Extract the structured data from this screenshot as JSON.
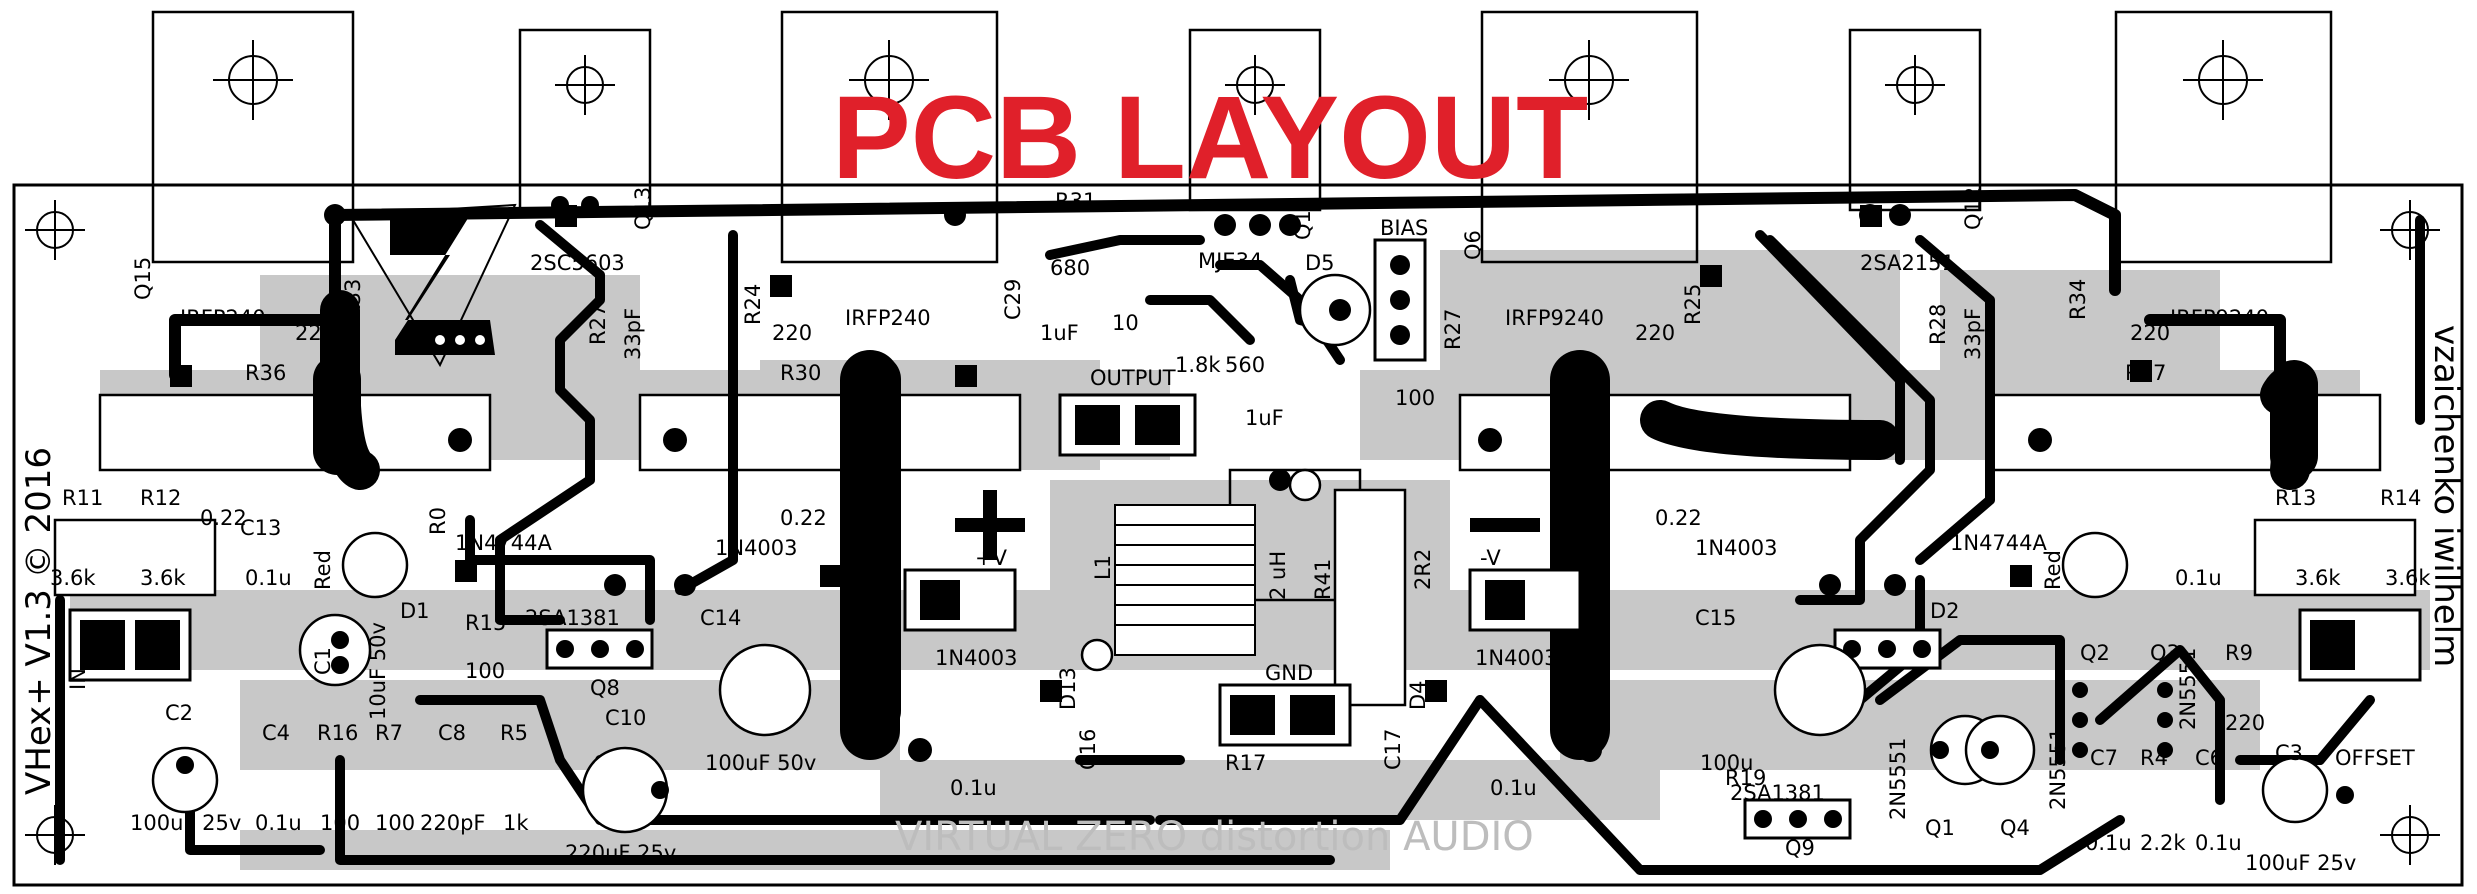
{
  "title": "PCB LAYOUT",
  "footer_text": "VIRTUAL ZERO distortion AUDIO",
  "left_vertical": "VHex+  V1.3  ©  2016",
  "right_vertical": "vzaichenko iwilhelm",
  "colors": {
    "title": "#e0202a",
    "ground_plane": "#c8c8c8",
    "trace": "#000000",
    "silk": "#000000"
  },
  "labels": [
    {
      "id": "q15",
      "text": "Q15"
    },
    {
      "id": "irfp240-l",
      "text": "IRFP240"
    },
    {
      "id": "r33",
      "text": "R33"
    },
    {
      "id": "r33v",
      "text": "220"
    },
    {
      "id": "r36",
      "text": "R36"
    },
    {
      "id": "q13",
      "text": "Q13"
    },
    {
      "id": "q13t",
      "text": "2SC5603"
    },
    {
      "id": "r27",
      "text": "R27"
    },
    {
      "id": "c27",
      "text": "33pF"
    },
    {
      "id": "r24",
      "text": "R24"
    },
    {
      "id": "r24v",
      "text": "220"
    },
    {
      "id": "irfp240-m",
      "text": "IRFP240"
    },
    {
      "id": "r30",
      "text": "R30"
    },
    {
      "id": "r31",
      "text": "R31"
    },
    {
      "id": "r31v",
      "text": "680"
    },
    {
      "id": "c29",
      "text": "C29"
    },
    {
      "id": "c29v",
      "text": "1uF"
    },
    {
      "id": "q11",
      "text": "Q11"
    },
    {
      "id": "mj",
      "text": "MJE34"
    },
    {
      "id": "d5",
      "text": "D5"
    },
    {
      "id": "bias",
      "text": "BIAS"
    },
    {
      "id": "r27b",
      "text": "R27"
    },
    {
      "id": "r27bv",
      "text": "100"
    },
    {
      "id": "r10",
      "text": "10"
    },
    {
      "id": "r18",
      "text": "1.8k"
    },
    {
      "id": "r560",
      "text": "560"
    },
    {
      "id": "c1u",
      "text": "1uF"
    },
    {
      "id": "output",
      "text": "OUTPUT"
    },
    {
      "id": "q6",
      "text": "Q6"
    },
    {
      "id": "irfp9240-m",
      "text": "IRFP9240"
    },
    {
      "id": "r25",
      "text": "R25"
    },
    {
      "id": "r25v",
      "text": "220"
    },
    {
      "id": "q12",
      "text": "Q12"
    },
    {
      "id": "q12t",
      "text": "2SA2151"
    },
    {
      "id": "r28",
      "text": "R28"
    },
    {
      "id": "c28",
      "text": "33pF"
    },
    {
      "id": "r34",
      "text": "R34"
    },
    {
      "id": "r34v",
      "text": "220"
    },
    {
      "id": "irfp9240-r",
      "text": "IRFP9240"
    },
    {
      "id": "r37",
      "text": "R37"
    },
    {
      "id": "r11",
      "text": "R11"
    },
    {
      "id": "r12",
      "text": "R12"
    },
    {
      "id": "r22",
      "text": "0.22"
    },
    {
      "id": "c13",
      "text": "C13"
    },
    {
      "id": "c01a",
      "text": "0.1u"
    },
    {
      "id": "red-l",
      "text": "Red"
    },
    {
      "id": "r0",
      "text": "R0"
    },
    {
      "id": "zen-l",
      "text": "1N4744A"
    },
    {
      "id": "d1",
      "text": "D1"
    },
    {
      "id": "d1n",
      "text": "1N4003"
    },
    {
      "id": "q8t",
      "text": "2SA1381"
    },
    {
      "id": "q8",
      "text": "Q8"
    },
    {
      "id": "r15",
      "text": "R15"
    },
    {
      "id": "r100a",
      "text": "100"
    },
    {
      "id": "c14",
      "text": "C14"
    },
    {
      "id": "c14v",
      "text": "100uF  50v"
    },
    {
      "id": "r022m",
      "text": "0.22"
    },
    {
      "id": "plusv",
      "text": "+V"
    },
    {
      "id": "l1",
      "text": "L1"
    },
    {
      "id": "l1v",
      "text": "2 uH"
    },
    {
      "id": "r41",
      "text": "R41"
    },
    {
      "id": "r2r2",
      "text": "2R2"
    },
    {
      "id": "minusv",
      "text": "-V"
    },
    {
      "id": "r022r",
      "text": "0.22"
    },
    {
      "id": "d2n",
      "text": "1N4003"
    },
    {
      "id": "zen-r",
      "text": "1N4744A"
    },
    {
      "id": "d2",
      "text": "D2"
    },
    {
      "id": "c15",
      "text": "C15"
    },
    {
      "id": "c15v",
      "text": "100u"
    },
    {
      "id": "r13",
      "text": "R13"
    },
    {
      "id": "r14",
      "text": "R14"
    },
    {
      "id": "c01b",
      "text": "0.1u"
    },
    {
      "id": "red-r",
      "text": "Red"
    },
    {
      "id": "r36k-l1",
      "text": "3.6k"
    },
    {
      "id": "r36k-l2",
      "text": "3.6k"
    },
    {
      "id": "r36k-r1",
      "text": "3.6k"
    },
    {
      "id": "r36k-r2",
      "text": "3.6k"
    },
    {
      "id": "in",
      "text": "IN"
    },
    {
      "id": "c1",
      "text": "C1"
    },
    {
      "id": "c1v",
      "text": "10uF 50v"
    },
    {
      "id": "c2",
      "text": "C2"
    },
    {
      "id": "c2v",
      "text": "100uF 25v"
    },
    {
      "id": "c4",
      "text": "C4"
    },
    {
      "id": "c4v",
      "text": "0.1u"
    },
    {
      "id": "r16",
      "text": "R16"
    },
    {
      "id": "r16v",
      "text": "100"
    },
    {
      "id": "r7",
      "text": "R7"
    },
    {
      "id": "r7v",
      "text": "100"
    },
    {
      "id": "c8",
      "text": "C8"
    },
    {
      "id": "c8v",
      "text": "220pF"
    },
    {
      "id": "r5",
      "text": "R5"
    },
    {
      "id": "r5v",
      "text": "1k"
    },
    {
      "id": "c10",
      "text": "C10"
    },
    {
      "id": "c10v",
      "text": "220uF 25v"
    },
    {
      "id": "d13n",
      "text": "1N4003"
    },
    {
      "id": "d13",
      "text": "D13"
    },
    {
      "id": "c16",
      "text": "C16"
    },
    {
      "id": "c16v",
      "text": "0.1u"
    },
    {
      "id": "gnd",
      "text": "GND"
    },
    {
      "id": "r17",
      "text": "R17"
    },
    {
      "id": "c17",
      "text": "C17"
    },
    {
      "id": "c17v",
      "text": "0.1u"
    },
    {
      "id": "d4",
      "text": "D4"
    },
    {
      "id": "d4n",
      "text": "1N4003"
    },
    {
      "id": "r19",
      "text": "R19"
    },
    {
      "id": "q9t",
      "text": "2SA1381"
    },
    {
      "id": "q9",
      "text": "Q9"
    },
    {
      "id": "q1t",
      "text": "2N5551"
    },
    {
      "id": "q1",
      "text": "Q1"
    },
    {
      "id": "q4",
      "text": "Q4"
    },
    {
      "id": "q2",
      "text": "Q2"
    },
    {
      "id": "q3",
      "text": "Q3"
    },
    {
      "id": "q3t",
      "text": "2N5551"
    },
    {
      "id": "r9",
      "text": "R9"
    },
    {
      "id": "r9v",
      "text": "220"
    },
    {
      "id": "offset",
      "text": "OFFSET"
    },
    {
      "id": "c7",
      "text": "C7"
    },
    {
      "id": "c7v",
      "text": "0.1u"
    },
    {
      "id": "r4",
      "text": "R4"
    },
    {
      "id": "r4v",
      "text": "2.2k"
    },
    {
      "id": "c6",
      "text": "C6"
    },
    {
      "id": "c6v",
      "text": "0.1u"
    },
    {
      "id": "c3",
      "text": "C3"
    },
    {
      "id": "c3v",
      "text": "100uF 25v"
    },
    {
      "id": "q2t",
      "text": "2N5551"
    }
  ]
}
